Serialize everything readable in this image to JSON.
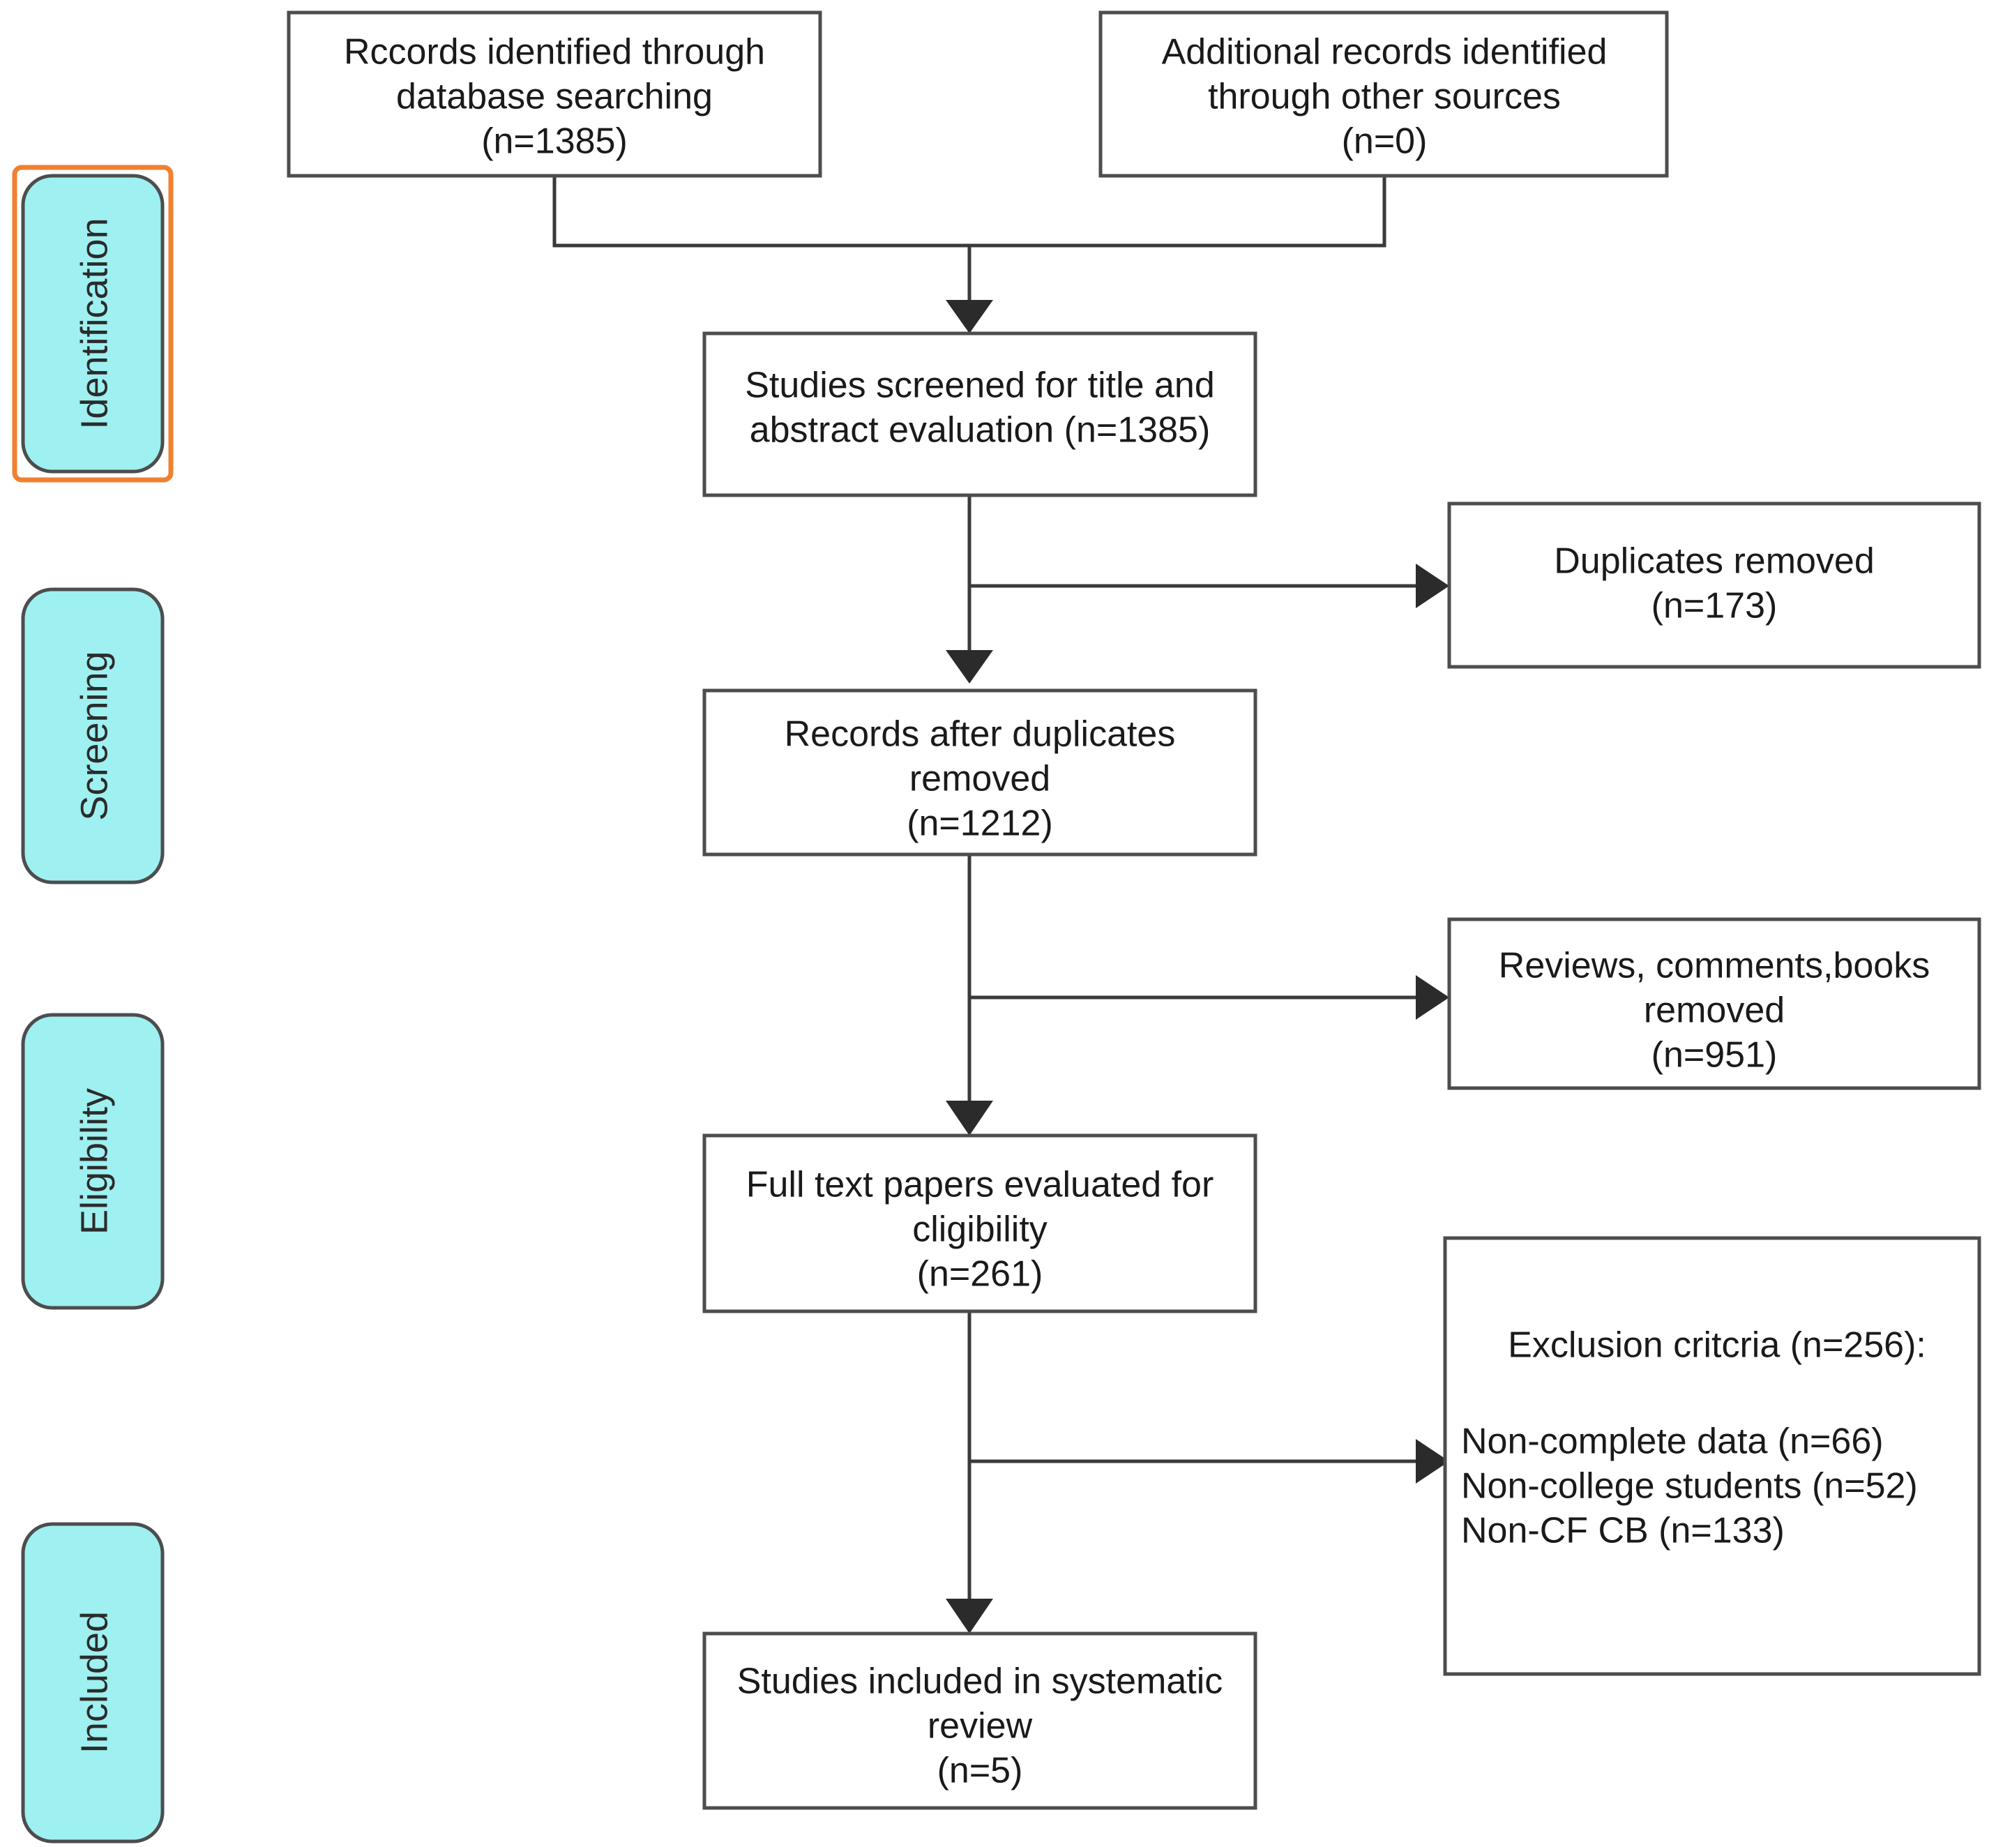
{
  "diagram": {
    "type": "prisma-flow-diagram",
    "title": "PRISMA study selection flow diagram",
    "colors": {
      "stage_fill": "#9ff0f0",
      "stage_border": "#4d4d4d",
      "selection_outline": "#f08030",
      "box_fill": "#ffffff",
      "box_border": "#4d4d4d",
      "connector": "#3a3a3a",
      "text": "#1a1a1a",
      "background": "#ffffff"
    },
    "stages": [
      {
        "id": "identification",
        "label": "Identification",
        "selected": true
      },
      {
        "id": "screening",
        "label": "Screening",
        "selected": false
      },
      {
        "id": "eligibility",
        "label": "Eligibility",
        "selected": false
      },
      {
        "id": "included",
        "label": "Included",
        "selected": false
      }
    ],
    "nodes": [
      {
        "id": "records-database",
        "stage": "identification",
        "column": "left",
        "lines": [
          "Rccords identified through",
          "database searching",
          "(n=1385)"
        ],
        "count": 1385
      },
      {
        "id": "records-other-sources",
        "stage": "identification",
        "column": "right",
        "lines": [
          "Additional records identified",
          "through other sources",
          "(n=0)"
        ],
        "count": 0
      },
      {
        "id": "studies-screened",
        "stage": "screening",
        "column": "main",
        "lines": [
          "Studies screened for title and",
          "abstract evaluation (n=1385)"
        ],
        "count": 1385
      },
      {
        "id": "duplicates-removed",
        "stage": "screening",
        "column": "side",
        "lines": [
          "Duplicates removed",
          "(n=173)"
        ],
        "count": 173
      },
      {
        "id": "records-after-duplicates",
        "stage": "screening",
        "column": "main",
        "lines": [
          "Records after duplicates",
          "removed",
          "(n=1212)"
        ],
        "count": 1212
      },
      {
        "id": "reviews-comments-books-removed",
        "stage": "eligibility",
        "column": "side",
        "lines": [
          "Reviews, comments,books",
          "removed",
          "(n=951)"
        ],
        "count": 951
      },
      {
        "id": "full-text-evaluated",
        "stage": "eligibility",
        "column": "main",
        "lines": [
          "Full text papers evaluated for",
          "cligibility",
          "(n=261)"
        ],
        "count": 261
      },
      {
        "id": "exclusion-criteria",
        "stage": "eligibility",
        "column": "side",
        "heading": "Exclusion critcria (n=256):",
        "lines": [
          "Non-complete data (n=66)",
          "Non-college students (n=52)",
          "Non-CF CB (n=133)"
        ],
        "count": 256
      },
      {
        "id": "studies-included",
        "stage": "included",
        "column": "main",
        "lines": [
          "Studies included in systematic",
          "review",
          "(n=5)"
        ],
        "count": 5
      }
    ],
    "flow_data": {
      "records_database_searching": 1385,
      "records_other_sources": 0,
      "studies_screened": 1385,
      "duplicates_removed": 173,
      "records_after_duplicates": 1212,
      "reviews_comments_books_removed": 951,
      "full_text_evaluated": 261,
      "total_excluded": 256,
      "excluded_non_complete_data": 66,
      "excluded_non_college_students": 52,
      "excluded_non_cf_cb": 133,
      "studies_included": 5
    }
  }
}
